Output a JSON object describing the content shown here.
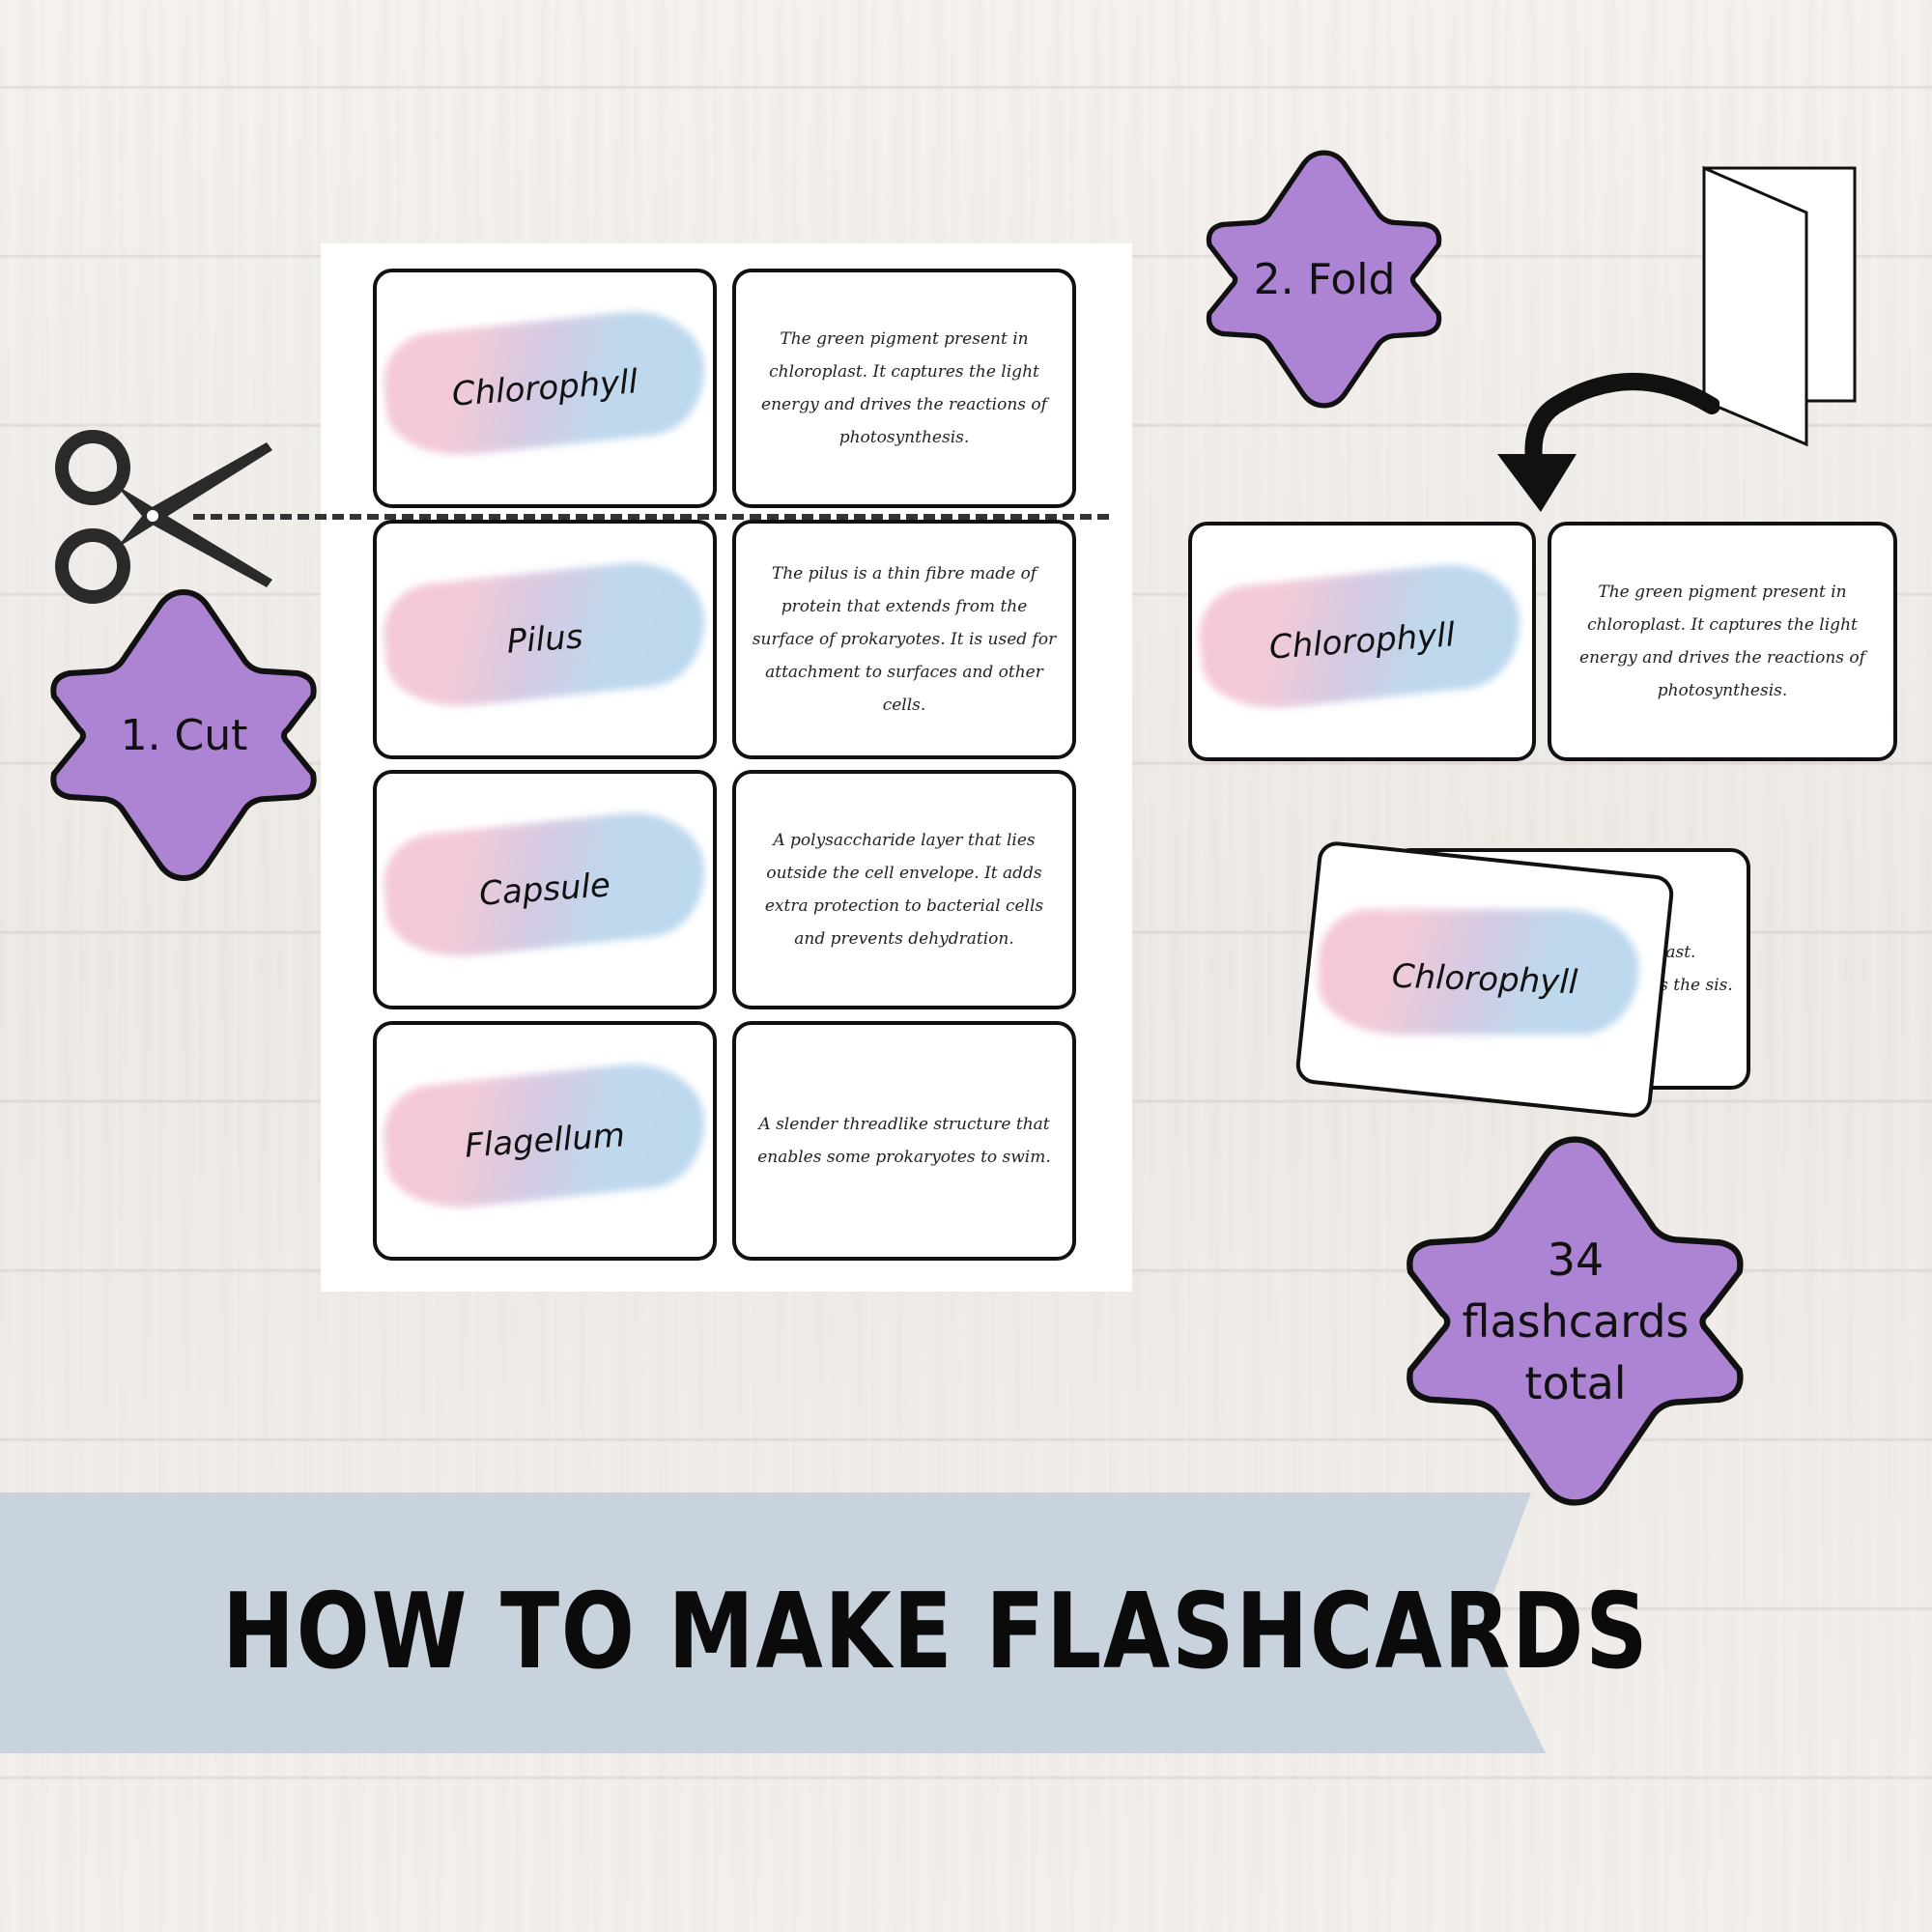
{
  "title": "HOW TO MAKE FLASHCARDS",
  "steps": {
    "cut": "1. Cut",
    "fold": "2. Fold"
  },
  "total_badge": {
    "count": "34",
    "line2": "flashcards",
    "line3": "total"
  },
  "sheet_cards": [
    {
      "term": "Chlorophyll",
      "definition": "The green pigment present in chloroplast. It captures the light energy and drives the reactions of photosynthesis."
    },
    {
      "term": "Pilus",
      "definition": "The pilus is a thin fibre made of protein that extends from the surface of prokaryotes. It is used for attachment to surfaces and other cells."
    },
    {
      "term": "Capsule",
      "definition": "A polysaccharide layer that lies outside the cell envelope. It adds extra protection to bacterial cells and prevents dehydration."
    },
    {
      "term": "Flagellum",
      "definition": "A slender threadlike structure that enables some prokaryotes to swim."
    }
  ],
  "folded_example": {
    "term": "Chlorophyll",
    "definition": "The green pigment present in chloroplast. It captures the light energy and drives the reactions of photosynthesis."
  },
  "stack_example": {
    "term": "Chlorophyll",
    "peek_text": "loroplast. drives the sis."
  },
  "colors": {
    "badge_purple": "#ad84d4",
    "banner_blue": "#c9d3de",
    "outline": "#111111"
  }
}
